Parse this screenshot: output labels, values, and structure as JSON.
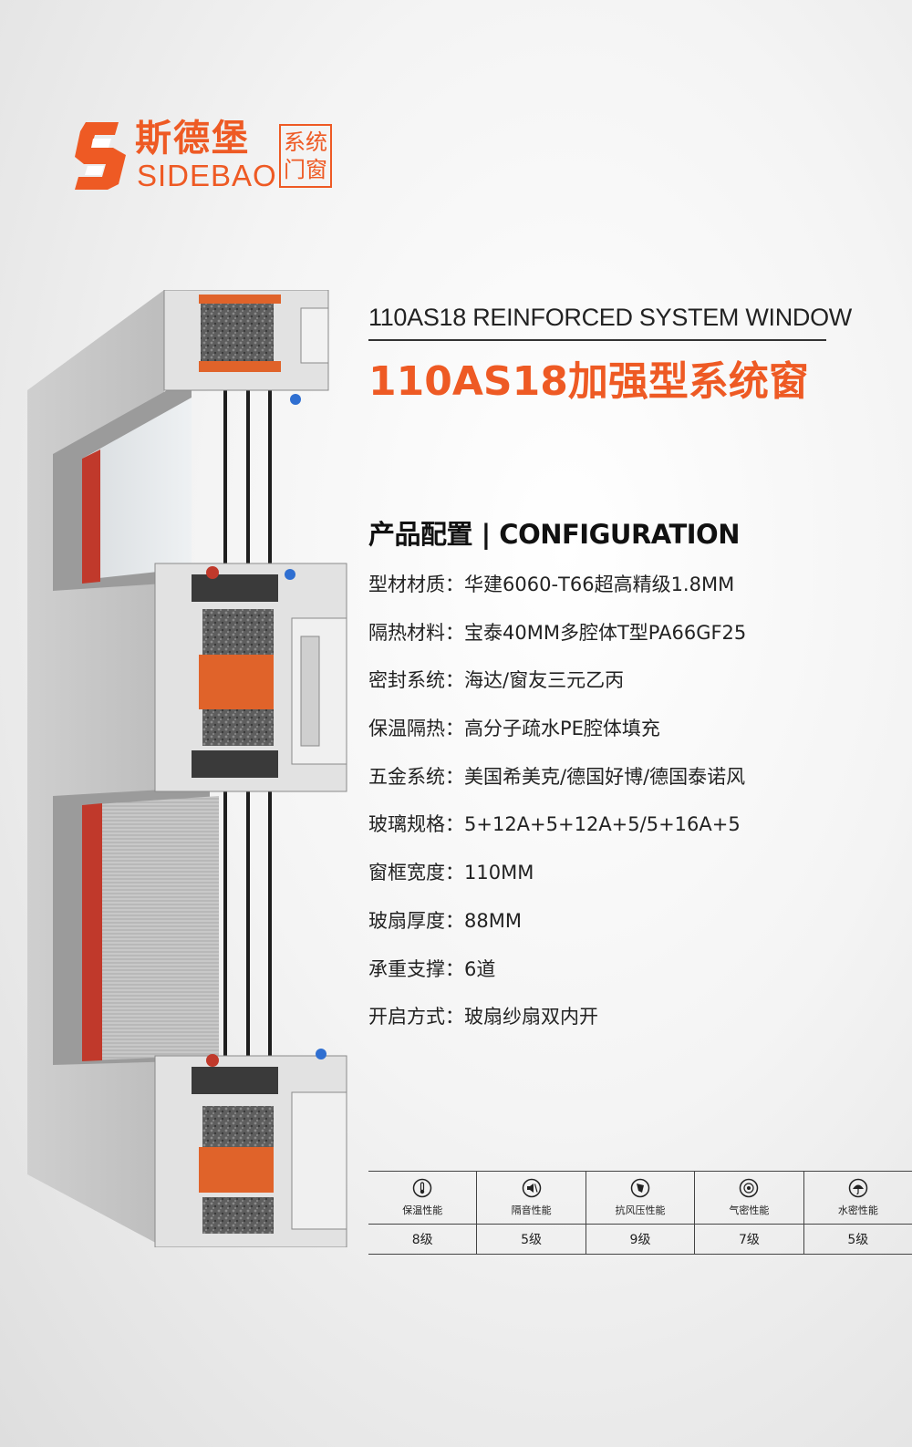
{
  "brand": {
    "name_cn": "斯德堡",
    "name_en": "SIDEBAO",
    "tag_line1": "系统",
    "tag_line2": "门窗",
    "accent_color": "#ee5a24"
  },
  "product": {
    "title_en": "110AS18 REINFORCED SYSTEM WINDOW",
    "title_cn": "110AS18加强型系统窗"
  },
  "configuration": {
    "heading": "产品配置 | CONFIGURATION",
    "items": [
      "型材材质：华建6060-T66超高精级1.8MM",
      "隔热材料：宝泰40MM多腔体T型PA66GF25",
      "密封系统：海达/窗友三元乙丙",
      "保温隔热：高分子疏水PE腔体填充",
      "五金系统：美国希美克/德国好博/德国泰诺风",
      "玻璃规格：5+12A+5+12A+5/5+16A+5",
      "窗框宽度：110MM",
      "玻扇厚度：88MM",
      "承重支撑：6道",
      "开启方式：玻扇纱扇双内开"
    ]
  },
  "performance": [
    {
      "label": "保温性能",
      "value": "8级",
      "icon": "thermometer-icon"
    },
    {
      "label": "隔音性能",
      "value": "5级",
      "icon": "sound-icon"
    },
    {
      "label": "抗风压性能",
      "value": "9级",
      "icon": "wind-icon"
    },
    {
      "label": "气密性能",
      "value": "7级",
      "icon": "airtight-icon"
    },
    {
      "label": "水密性能",
      "value": "5级",
      "icon": "umbrella-icon"
    }
  ]
}
